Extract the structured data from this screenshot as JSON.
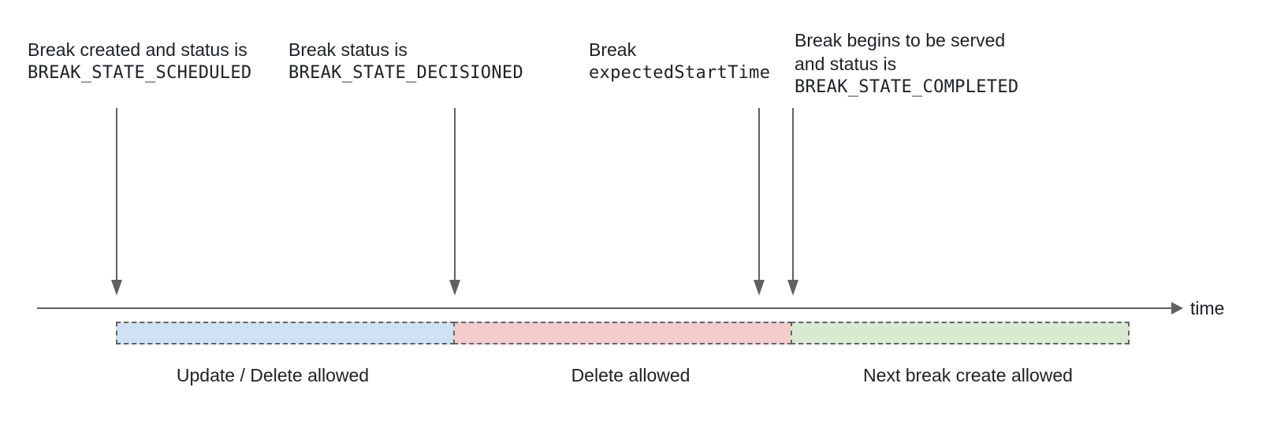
{
  "axis": {
    "label": "time"
  },
  "annotations": [
    {
      "line1": "Break created and status is",
      "line2": "BREAK_STATE_SCHEDULED"
    },
    {
      "line1": "Break status is",
      "line2": "BREAK_STATE_DECISIONED"
    },
    {
      "line1": "Break",
      "line2": "expectedStartTime"
    },
    {
      "line1": "Break begins to be served",
      "line2": "and status is",
      "line3": "BREAK_STATE_COMPLETED"
    }
  ],
  "segments": [
    {
      "label": "Update / Delete allowed",
      "fill": "#cfe2f3"
    },
    {
      "label": "Delete allowed",
      "fill": "#f4cccc"
    },
    {
      "label": "Next break create allowed",
      "fill": "#d9ead3"
    }
  ],
  "colors": {
    "arrow": "#616161",
    "axis_line": "#616161",
    "segment_border": "#5f6368",
    "text": "#202124"
  }
}
